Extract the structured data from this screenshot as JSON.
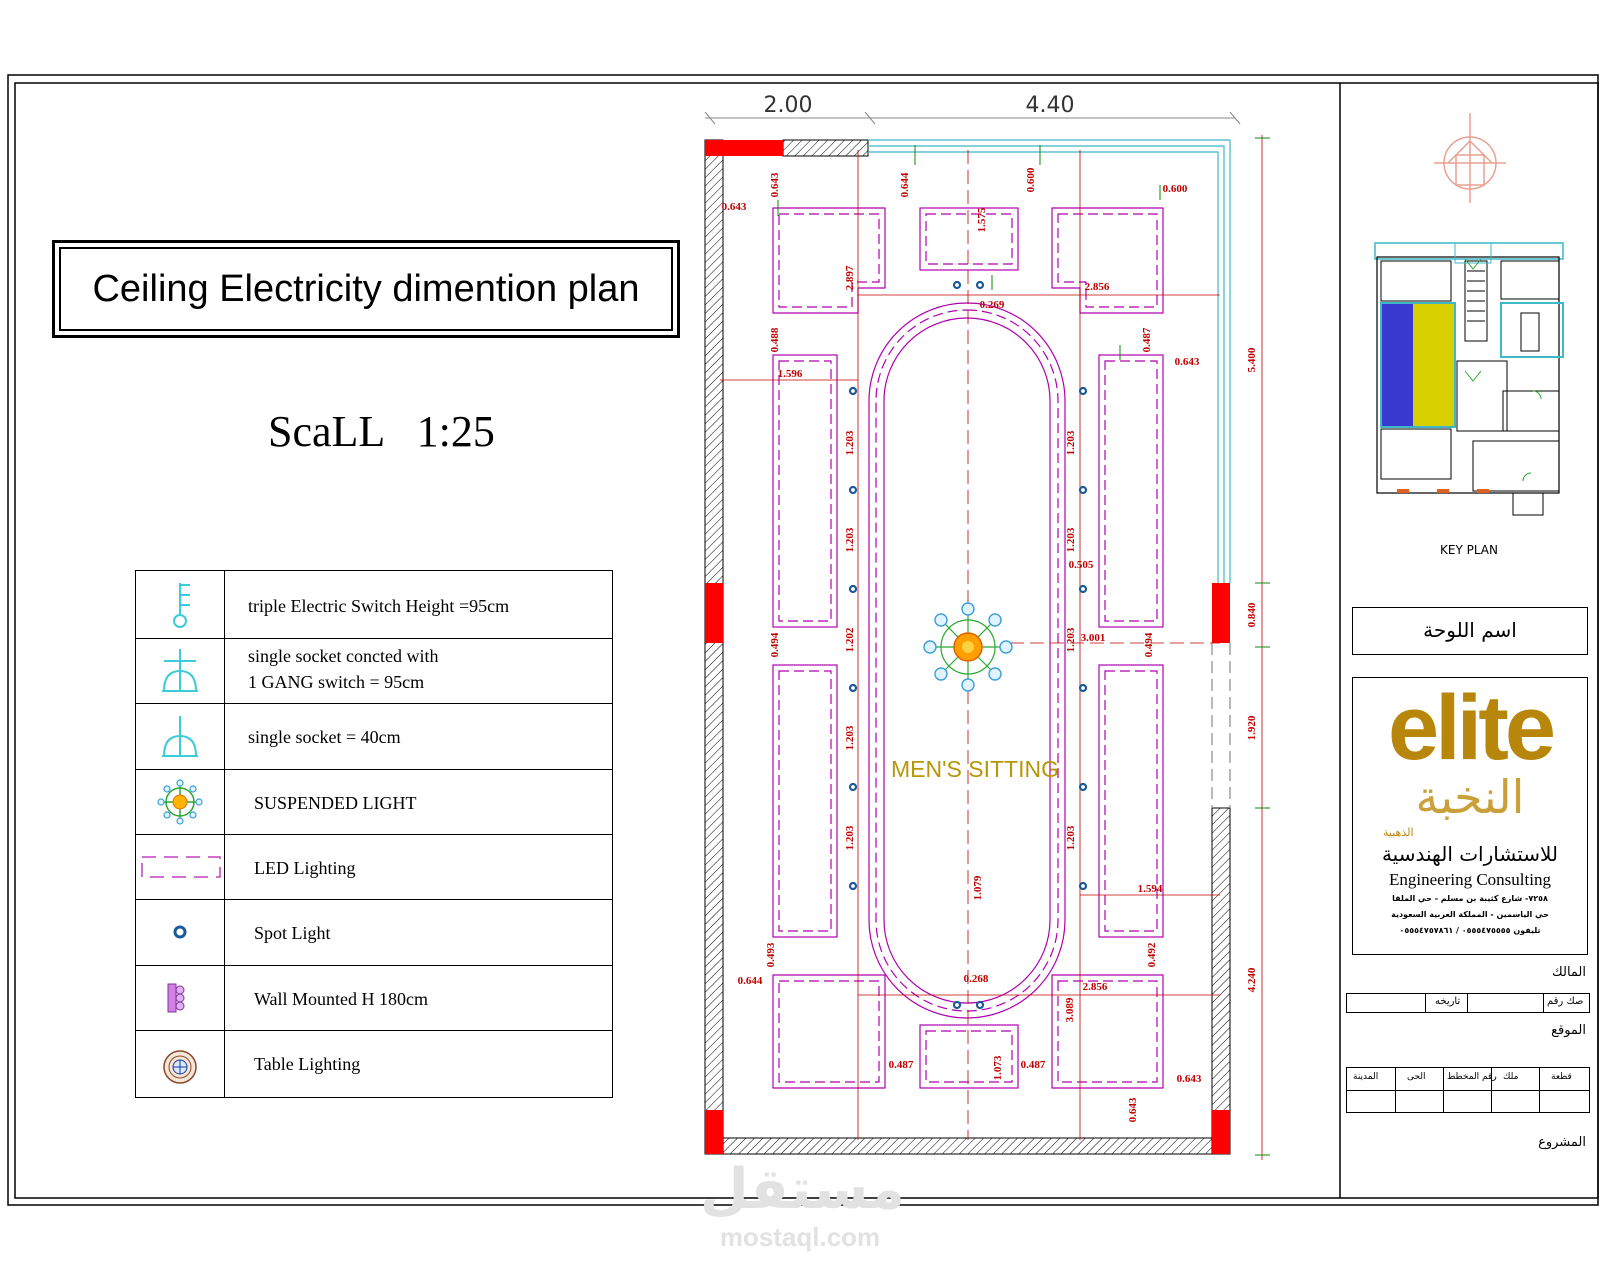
{
  "title": "Ceiling Electricity dimention plan",
  "scale": "ScaLL   1:25",
  "legend": [
    {
      "icon": "electric-switch-icon",
      "label": "triple Electric Switch Height =95cm"
    },
    {
      "icon": "socket-switch-icon",
      "label": "single socket concted with\n1 GANG switch = 95cm"
    },
    {
      "icon": "socket-icon",
      "label": "single socket  = 40cm"
    },
    {
      "icon": "suspended-light-icon",
      "label": "SUSPENDED LIGHT"
    },
    {
      "icon": "led-lighting-icon",
      "label": "LED Lighting"
    },
    {
      "icon": "spot-light-icon",
      "label": "Spot Light"
    },
    {
      "icon": "wall-mounted-icon",
      "label": "Wall Mounted   H 180cm"
    },
    {
      "icon": "table-lighting-icon",
      "label": "Table Lighting"
    }
  ],
  "plan": {
    "room_label": "MEN'S SITTING",
    "top_dims": [
      "2.00",
      "4.40"
    ],
    "dims": [
      "0.643",
      "0.643",
      "0.644",
      "0.600",
      "0.600",
      "1.575",
      "2.897",
      "2.856",
      "0.269",
      "0.488",
      "0.487",
      "1.596",
      "0.643",
      "1.203",
      "1.203",
      "1.203",
      "1.203",
      "1.202",
      "0.505",
      "1.203",
      "3.001",
      "0.494",
      "0.494",
      "1.203",
      "1.203",
      "1.203",
      "1.594",
      "1.079",
      "0.493",
      "0.492",
      "0.644",
      "0.268",
      "2.856",
      "3.089",
      "0.487",
      "0.487",
      "0.643",
      "0.643",
      "1.073",
      "5.400",
      "0.840",
      "1.920",
      "4.240"
    ],
    "colors": {
      "wall": "#ff0000",
      "dim": "#c00000",
      "led": "#b000b0",
      "glass": "#3cb8c8",
      "gridline": "#0a8a0a"
    }
  },
  "title_block": {
    "key_plan_label": "KEY PLAN",
    "drawing_name_label": "اسم اللوحة",
    "logo_latin": "elite",
    "logo_arabic": "النخبة",
    "logo_arabic_sub": "الذهبية",
    "company_arabic": "للاستشارات الهندسية",
    "company_english": "Engineering Consulting",
    "address_line1": "٧٢٥٨- شارع كثيبة بن مسلم - حي الملقا",
    "address_line2": "حي الياسمين - المملكة العربية السعودية",
    "phone_line": "تليفون ٠٥٥٥٤٧٥٥٥٥ / ٠٥٥٥٤٧٥٧٨٦١",
    "owner_label": "المالك",
    "deed_label": "صك رقم",
    "date_label": "تاريخه",
    "location_label": "الموقع",
    "plot_label": "قطعة",
    "ownership_label": "ملك",
    "scheme_label": "رقم المخطط",
    "district_label": "الحى",
    "city_label": "المدينة",
    "project_label": "المشروع"
  },
  "watermark": {
    "arabic": "مستقل",
    "latin": "mostaql.com"
  }
}
